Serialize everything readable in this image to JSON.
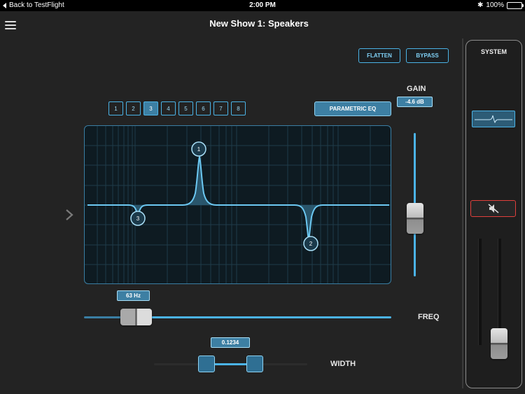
{
  "status_bar": {
    "back_label": "Back to TestFlight",
    "time": "2:00 PM",
    "battery": "100%"
  },
  "header": {
    "title": "New Show 1: Speakers"
  },
  "toolbar": {
    "flatten_label": "FLATTEN",
    "bypass_label": "BYPASS"
  },
  "bands": {
    "items": [
      "1",
      "2",
      "3",
      "4",
      "5",
      "6",
      "7",
      "8"
    ],
    "selected": "3"
  },
  "eq_type": {
    "label": "PARAMETRIC EQ"
  },
  "gain": {
    "label": "GAIN",
    "value": "-4.6 dB"
  },
  "freq": {
    "label": "FREQ",
    "value": "63 Hz"
  },
  "width": {
    "label": "WIDTH",
    "value": "0.1234"
  },
  "eq_graph": {
    "markers": [
      {
        "id": "1",
        "label": "1"
      },
      {
        "id": "2",
        "label": "2"
      },
      {
        "id": "3",
        "label": "3"
      }
    ]
  },
  "system": {
    "title": "SYSTEM",
    "mute_icon": "speaker-muted-icon",
    "eq_icon": "eq-curve-icon"
  },
  "colors": {
    "accent": "#4bb3e6",
    "accent_fill": "#3d7fa3",
    "mute": "#e0403c",
    "background": "#232323",
    "graph_bg": "#0e1b22"
  }
}
